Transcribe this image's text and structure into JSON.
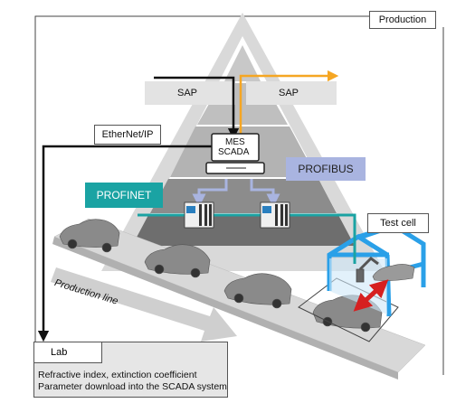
{
  "production_label": "Production",
  "sap_left": "SAP",
  "sap_right": "SAP",
  "ethernet_label": "EtherNet/IP",
  "mes_line1": "MES",
  "mes_line2": "SCADA",
  "profibus_label": "PROFIBUS",
  "profinet_label": "PROFINET",
  "test_cell_label": "Test cell",
  "production_line_label": "Production line",
  "lab": {
    "title": "Lab",
    "line1": "Refractive index, extinction coefficient",
    "line2": "Parameter download into the SCADA system"
  },
  "colors": {
    "sap_arrow": "#f5a623",
    "profinet": "#1aa3a3",
    "profibus": "#a9b4e0",
    "test_cell": "#2aa0e8",
    "arrow_red": "#d62020"
  }
}
